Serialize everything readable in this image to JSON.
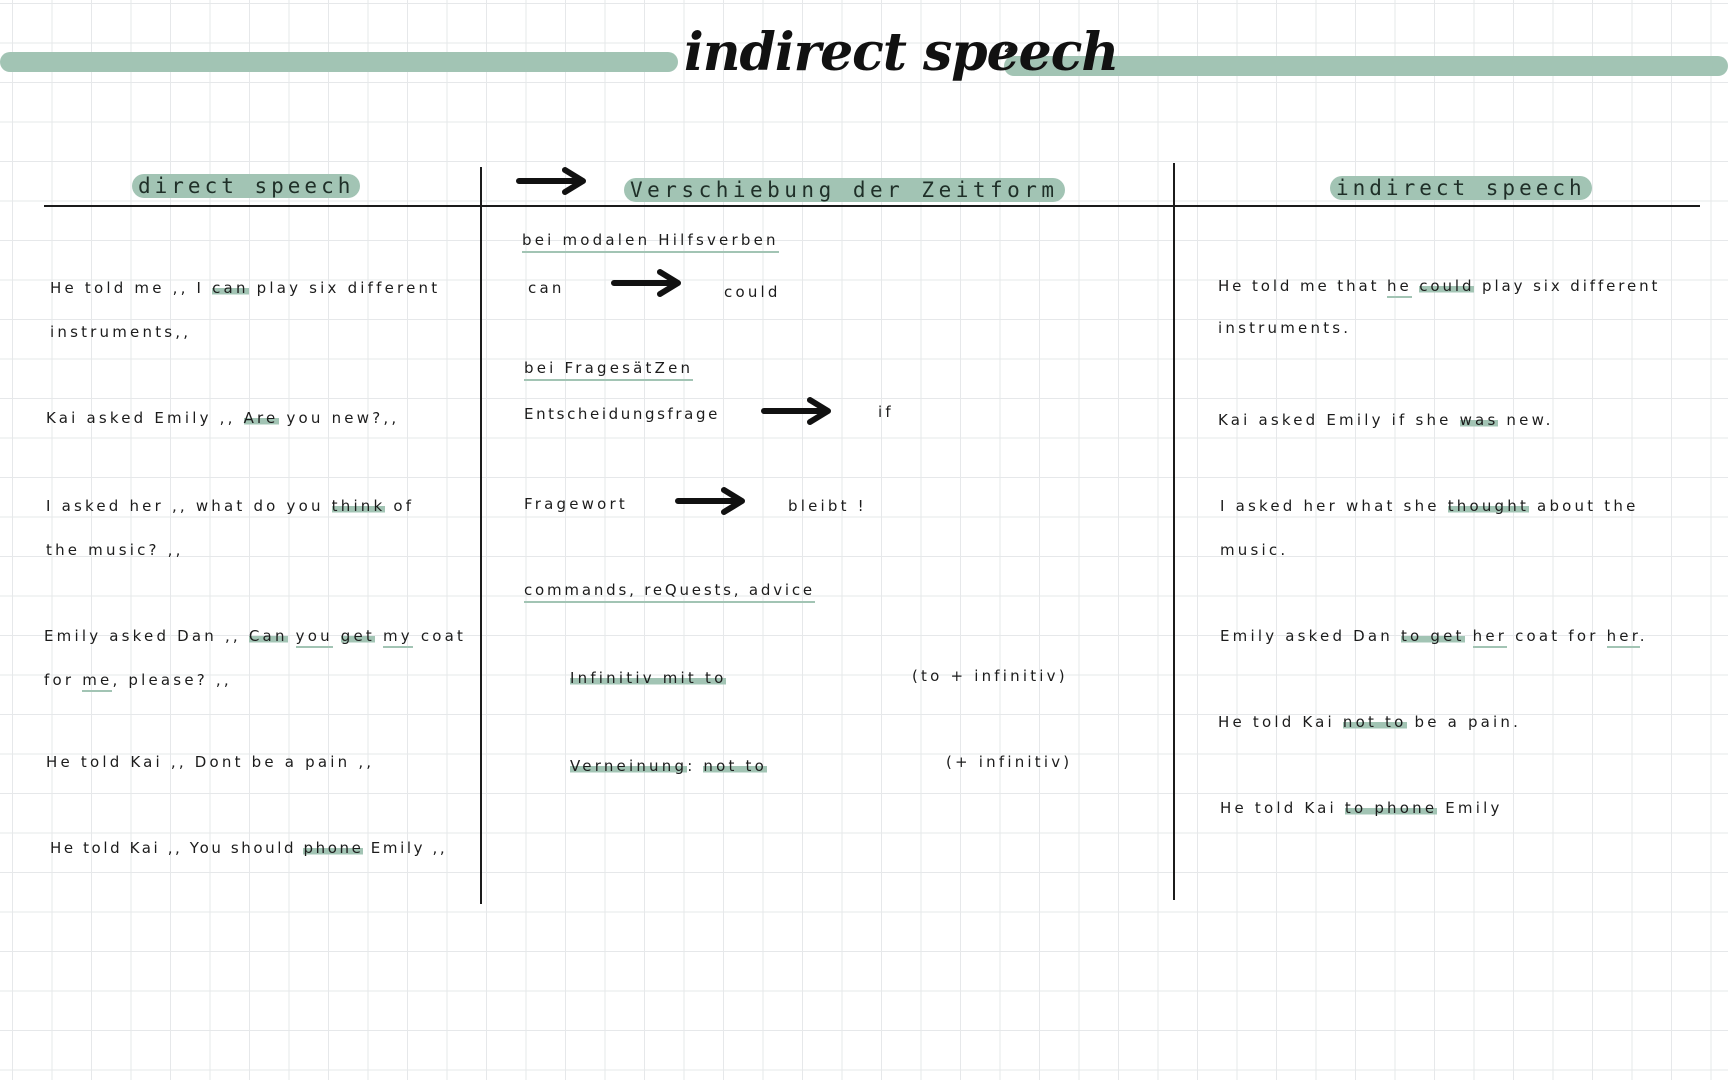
{
  "title": "indirect speech",
  "title_sup": "2",
  "headers": {
    "left": "direct speech",
    "middle": "Verschiebung der Zeitform",
    "right": "indirect speech"
  },
  "direct": {
    "s1a": "He told me ,, I ",
    "s1b": "can",
    "s1c": " play six different",
    "s1d": "instruments,,",
    "s2a": "Kai asked Emily ,, ",
    "s2b": "Are",
    "s2c": " you new?,,",
    "s3a": "I asked her ,, what do you ",
    "s3b": "think",
    "s3c": " of",
    "s3d": "the music? ,,",
    "s4a": "Emily asked Dan ,, ",
    "s4b": "Can",
    "s4c": " ",
    "s4d": "you",
    "s4e": " ",
    "s4f": "get",
    "s4g": " ",
    "s4h": "my",
    "s4i": " coat",
    "s4j": "for ",
    "s4k": "me",
    "s4l": ", please? ,,",
    "s5": "He told Kai ,, Dont be a pain ,,",
    "s6a": "He told Kai ,, You should ",
    "s6b": "phone",
    "s6c": " Emily ,,"
  },
  "middle": {
    "modal_heading": "bei modalen Hilfsverben",
    "can": "can",
    "could": "could",
    "question_heading": "bei FragesätZen",
    "decision_q": "Entscheidungsfrage",
    "if": "if",
    "question_word": "Fragewort",
    "remains": "bleibt !",
    "commands_heading": "commands, reQuests, advice",
    "inf_a": "Infinitiv mit ",
    "inf_b": "to",
    "inf_note": "(to + infinitiv)",
    "neg_a": "Verneinung",
    "neg_b": ": ",
    "neg_c": "not to",
    "neg_note": "(+ infinitiv)"
  },
  "indirect": {
    "s1a": "He told me that ",
    "s1b": "he",
    "s1c": " ",
    "s1d": "could",
    "s1e": " play six different",
    "s1f": "instruments.",
    "s2a": "Kai asked Emily if she ",
    "s2b": "was",
    "s2c": " new.",
    "s3a": "I asked her what she ",
    "s3b": "thought",
    "s3c": " about the",
    "s3d": "music.",
    "s4a": "Emily asked Dan ",
    "s4b": "to get",
    "s4c": " ",
    "s4d": "her",
    "s4e": " coat for ",
    "s4f": "her",
    "s4g": ".",
    "s5a": "He told Kai ",
    "s5b": "not to",
    "s5c": " be a pain.",
    "s6a": "He told Kai ",
    "s6b": "to phone",
    "s6c": " Emily"
  },
  "colors": {
    "accent": "#a2c4b4",
    "ink": "#1c1c1c",
    "grid": "#e6e8ea"
  },
  "icons": [
    "arrow-right-icon"
  ]
}
